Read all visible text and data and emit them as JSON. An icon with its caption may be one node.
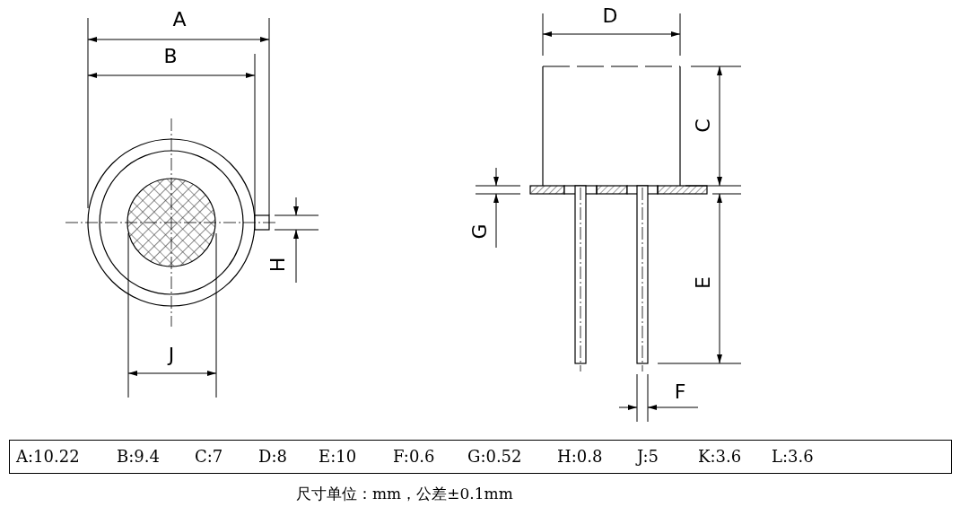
{
  "diagram": {
    "labels": [
      "A",
      "D",
      "B",
      "C",
      "G",
      "H",
      "E",
      "J",
      "F",
      "A:10.22",
      "B:9.4",
      "C:7",
      "D:8",
      "E:10",
      "F:0.6",
      "G:0.52",
      "H:0.8",
      "J:5",
      "K:3.6",
      "L:3.6",
      "尺寸单位：mm，公差±0.1mm"
    ]
  }
}
